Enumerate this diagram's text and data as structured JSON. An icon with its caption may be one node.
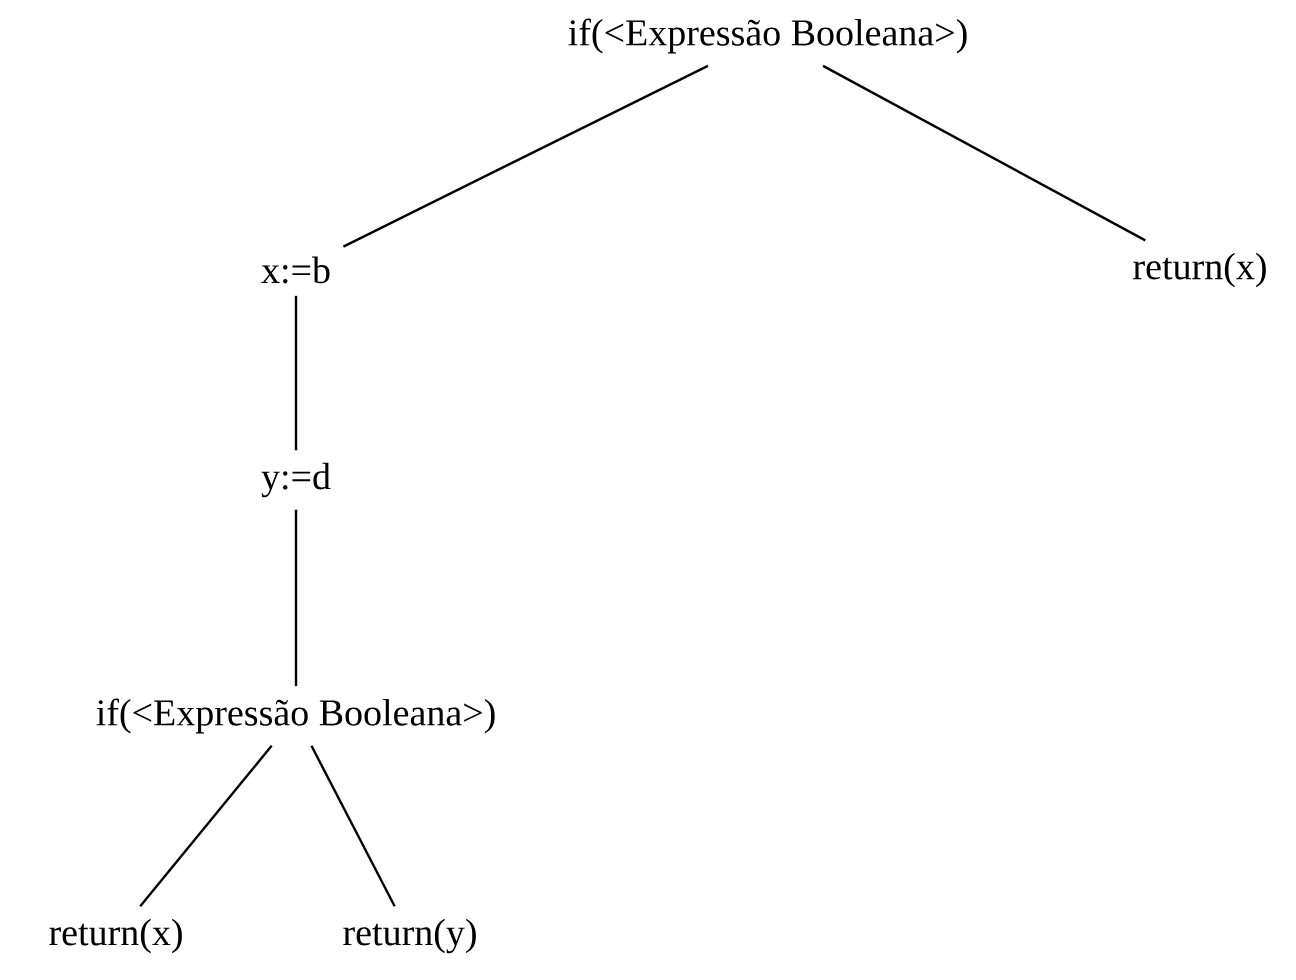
{
  "diagram": {
    "nodes": [
      {
        "text": [
          "if(<Expressão Booleana>)"
        ]
      },
      {
        "text": [
          "x:=b"
        ]
      },
      {
        "text": [
          "return(x)"
        ]
      },
      {
        "text": [
          "y:=d"
        ]
      },
      {
        "text": [
          "if(<Expressão Booleana>)"
        ]
      },
      {
        "text": [
          "return(x)"
        ]
      },
      {
        "text": [
          "return(y)"
        ]
      }
    ],
    "edges": [
      {
        "from": 0,
        "to": 1,
        "arrow": "none"
      },
      {
        "from": 0,
        "to": 2,
        "arrow": "none"
      },
      {
        "from": 1,
        "to": 3,
        "arrow": "none"
      },
      {
        "from": 3,
        "to": 4,
        "arrow": "none"
      },
      {
        "from": 4,
        "to": 5,
        "arrow": "none"
      },
      {
        "from": 4,
        "to": 6,
        "arrow": "none"
      }
    ]
  }
}
